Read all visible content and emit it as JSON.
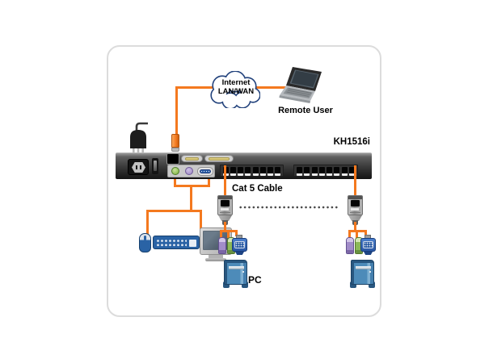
{
  "labels": {
    "cloud_line1": "Internet",
    "cloud_line2": "LAN/WAN",
    "remote_user": "Remote User",
    "switch_model": "KH1516i",
    "cable": "Cat 5 Cable",
    "pc": "PC"
  },
  "switch": {
    "kvm_port_total": 16,
    "banks": 2,
    "ports_per_bank": 8
  },
  "colors": {
    "cable_orange": "#F4791F",
    "cloud_outline": "#22427C",
    "ps2_green": "#8CB858",
    "ps2_purple": "#A18CC8",
    "vga_blue": "#2F5FA5",
    "peripheral_blue": "#2A63A5",
    "pc_tower_blue": "#4D8BB9"
  }
}
